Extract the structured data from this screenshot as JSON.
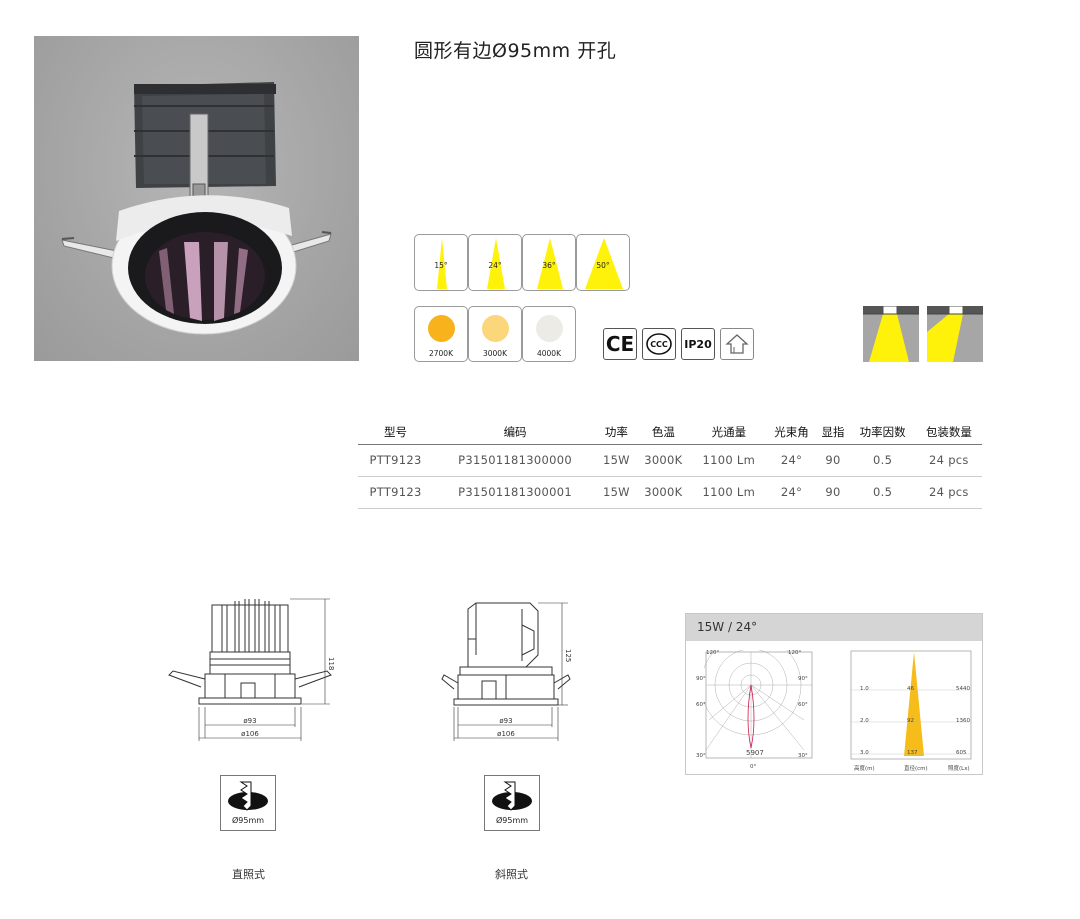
{
  "title": "圆形有边Ø95mm 开孔",
  "beam_angles": [
    "15°",
    "24°",
    "36°",
    "50°"
  ],
  "color_temps": [
    {
      "label": "2700K",
      "color": "#f7b21c"
    },
    {
      "label": "3000K",
      "color": "#fbd67a"
    },
    {
      "label": "4000K",
      "color": "#ecebe6"
    }
  ],
  "certs": {
    "ce": "CE",
    "ccc": "CCC",
    "ip": "IP20"
  },
  "beam_color": "#fff20a",
  "table": {
    "headers": [
      "型号",
      "编码",
      "功率",
      "色温",
      "光通量",
      "光束角",
      "显指",
      "功率因数",
      "包装数量"
    ],
    "rows": [
      [
        "PTT9123",
        "P31501181300000",
        "15W",
        "3000K",
        "1100 Lm",
        "24°",
        "90",
        "0.5",
        "24 pcs"
      ],
      [
        "PTT9123",
        "P31501181300001",
        "15W",
        "3000K",
        "1100 Lm",
        "24°",
        "90",
        "0.5",
        "24 pcs"
      ]
    ]
  },
  "drawings": {
    "left": {
      "height": "118",
      "d1": "ø93",
      "d2": "ø106",
      "cutout": "Ø95mm",
      "caption": "直照式"
    },
    "right": {
      "height": "125",
      "d1": "ø93",
      "d2": "ø106",
      "cutout": "Ø95mm",
      "caption": "斜照式"
    }
  },
  "photometric": {
    "header": "15W / 24°",
    "polar": {
      "top_left": "120°",
      "top_right": "120°",
      "left_90": "90°",
      "right_90": "90°",
      "left_60": "60°",
      "right_60": "60°",
      "left_30": "30°",
      "right_30": "30°",
      "bottom": "0°",
      "value": "5907"
    },
    "rows": [
      {
        "height": "1.0",
        "diameter": "46",
        "lux": "5440"
      },
      {
        "height": "2.0",
        "diameter": "92",
        "lux": "1360"
      },
      {
        "height": "3.0",
        "diameter": "137",
        "lux": "605"
      }
    ],
    "footer": {
      "height": "高度(m)",
      "diameter": "直径(cm)",
      "lux": "照度(Lx)"
    }
  }
}
